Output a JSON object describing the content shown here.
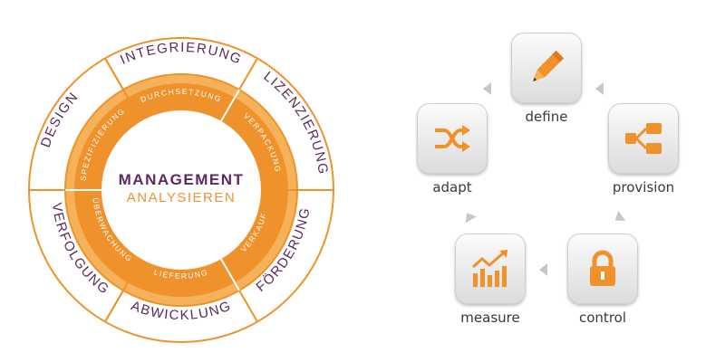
{
  "colors": {
    "orange": "#f0922b",
    "orange_light": "#f5b25a",
    "purple": "#5b2a5e",
    "ring_bg": "#ffffff",
    "ring_line": "#f0922b"
  },
  "wheel": {
    "center_line1": "MANAGEMENT",
    "center_line2": "ANALYSIEREN",
    "outer_segments": [
      "INTEGRIERUNG",
      "LIZENZIERUNG",
      "FÖRDERUNG",
      "ABWICKLUNG",
      "VERFOLGUNG",
      "DESIGN"
    ],
    "inner_segments": [
      "DURCHSETZUNG",
      "VERPACKUNG",
      "VERKAUF",
      "LIEFERUNG",
      "ÜBERWACHUNG",
      "SPEZIFIZIERUNG"
    ]
  },
  "cycle": {
    "steps": [
      {
        "label": "define",
        "icon": "pen-icon"
      },
      {
        "label": "provision",
        "icon": "workflow-icon"
      },
      {
        "label": "control",
        "icon": "lock-icon"
      },
      {
        "label": "measure",
        "icon": "bar-chart-icon"
      },
      {
        "label": "adapt",
        "icon": "shuffle-icon"
      }
    ]
  }
}
